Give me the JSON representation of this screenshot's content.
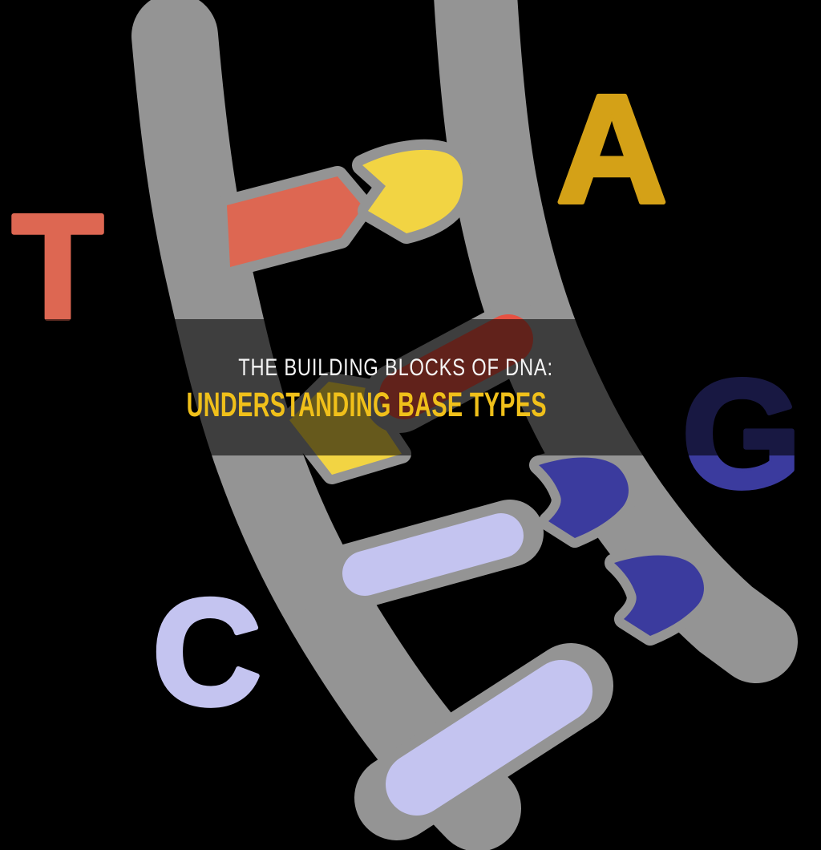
{
  "banner": {
    "line1": "THE BUILDING BLOCKS OF DNA:",
    "line2": "UNDERSTANDING BASE TYPES",
    "line1_color": "#F5F5F5",
    "line2_color": "#F0C01A",
    "overlay_color": "rgba(0,0,0,0.58)"
  },
  "letters": {
    "t": "T",
    "a": "A",
    "g": "G",
    "c": "C"
  },
  "colors": {
    "background": "#000000",
    "rail_gray": "#949494",
    "thymine_salmon": "#DD6752",
    "adenine_yellow": "#F2D443",
    "red_base": "#E65142",
    "guanine_blue": "#3B3B9E",
    "cytosine_lavender": "#C4C4F0",
    "letter_t": "#DD6752",
    "letter_a": "#D4A117",
    "letter_g": "#3B3B9E",
    "letter_c": "#C4C4F0"
  }
}
